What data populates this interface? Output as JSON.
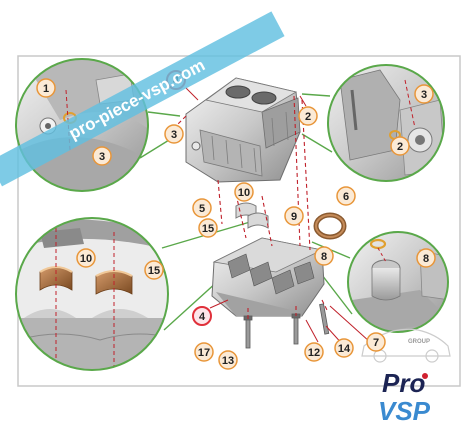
{
  "watermark": {
    "text": "pro-piece-vsp.com"
  },
  "logo": {
    "brand_top": "Pro",
    "brand_bottom": "VSP",
    "badge": "GROUP"
  },
  "callouts": [
    {
      "id": "c4-top",
      "label": "4",
      "style": "red"
    },
    {
      "id": "c3-mid",
      "label": "3",
      "style": "orange"
    },
    {
      "id": "c2-top",
      "label": "2",
      "style": "orange"
    },
    {
      "id": "c1-left",
      "label": "1",
      "style": "orange"
    },
    {
      "id": "c3-left",
      "label": "3",
      "style": "orange"
    },
    {
      "id": "c3-right",
      "label": "3",
      "style": "orange"
    },
    {
      "id": "c2-right",
      "label": "2",
      "style": "orange"
    },
    {
      "id": "c10-mid",
      "label": "10",
      "style": "orange"
    },
    {
      "id": "c5",
      "label": "5",
      "style": "orange"
    },
    {
      "id": "c15-mid",
      "label": "15",
      "style": "orange"
    },
    {
      "id": "c9",
      "label": "9",
      "style": "orange"
    },
    {
      "id": "c6",
      "label": "6",
      "style": "orange"
    },
    {
      "id": "c8-mid",
      "label": "8",
      "style": "orange"
    },
    {
      "id": "c8-right",
      "label": "8",
      "style": "orange"
    },
    {
      "id": "c10-left",
      "label": "10",
      "style": "orange"
    },
    {
      "id": "c15-left",
      "label": "15",
      "style": "orange"
    },
    {
      "id": "c4-bottom",
      "label": "4",
      "style": "red"
    },
    {
      "id": "c17",
      "label": "17",
      "style": "orange"
    },
    {
      "id": "c13",
      "label": "13",
      "style": "orange"
    },
    {
      "id": "c12",
      "label": "12",
      "style": "orange"
    },
    {
      "id": "c14",
      "label": "14",
      "style": "orange"
    },
    {
      "id": "c7",
      "label": "7",
      "style": "orange"
    }
  ],
  "colors": {
    "frame": "#c8c8c8",
    "zoom_ring": "#5aa84a",
    "callout_ring": "#e8963a",
    "callout_fill": "#fbead6",
    "callout_red": "#e0303a",
    "callout_red_fill": "#fde6ea",
    "leader": "#c0202a",
    "watermark_band": "#62bfe0",
    "logo_navy": "#1c2454",
    "logo_blue": "#3a8ad0"
  }
}
